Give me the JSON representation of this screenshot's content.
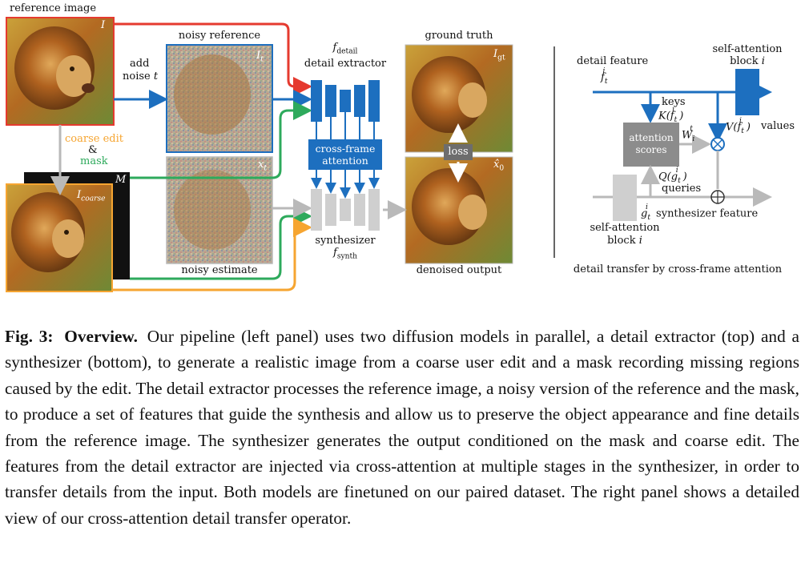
{
  "figure": {
    "left": {
      "reference_image_label": "reference image",
      "reference_symbol": "I",
      "add_noise_label": [
        "add",
        "noise"
      ],
      "add_noise_var": "t",
      "noisy_reference_label": "noisy reference",
      "noisy_reference_symbol": "I",
      "noisy_reference_sub": "t",
      "coarse_edit_label": "coarse edit",
      "amp_label": "&",
      "mask_label": "mask",
      "mask_symbol": "M",
      "coarse_symbol": "I",
      "coarse_sub": "coarse",
      "noisy_estimate_label": "noisy estimate",
      "noisy_estimate_symbol": "x",
      "noisy_estimate_sub": "t",
      "f_detail_symbol": "f",
      "f_detail_sub": "detail",
      "detail_extractor_label": "detail extractor",
      "cross_frame_label": [
        "cross-frame",
        "attention"
      ],
      "synthesizer_label": "synthesizer",
      "f_synth_symbol": "f",
      "f_synth_sub": "synth",
      "ground_truth_label": "ground truth",
      "gt_symbol": "I",
      "gt_sub": "gt",
      "loss_label": "loss",
      "denoised_symbol": "x̂",
      "denoised_sub": "0",
      "denoised_output_label": "denoised output"
    },
    "right": {
      "self_attention_top_label": [
        "self-attention",
        "block"
      ],
      "self_attention_top_var": "i",
      "detail_feature_label": "detail feature",
      "detail_feature_math": "f",
      "keys_label": "keys",
      "keys_math": "K(f",
      "attention_scores_label": [
        "attention",
        "scores"
      ],
      "w_math": "W",
      "values_math": "V(f",
      "values_label": "values",
      "queries_math": "Q(g",
      "queries_label": "queries",
      "synth_feature_math": "g",
      "synth_feature_label": "synthesizer feature",
      "self_attention_bottom_label": [
        "self-attention",
        "block"
      ],
      "self_attention_bottom_var": "i",
      "panel_caption": "detail transfer by cross-frame attention"
    },
    "colors": {
      "blue": "#1d6fbf",
      "red": "#e53a2f",
      "green": "#2eaa5c",
      "orange": "#f6a531",
      "gray": "#b9b9b9"
    }
  },
  "caption": {
    "fig_no": "Fig. 3:",
    "heading": "Overview.",
    "body": "Our pipeline (left panel) uses two diffusion models in parallel, a detail extractor (top) and a synthesizer (bottom), to generate a realistic image from a coarse user edit and a mask recording missing regions caused by the edit. The detail extractor processes the reference image, a noisy version of the reference and the mask, to produce a set of features that guide the synthesis and allow us to preserve the object appearance and fine details from the reference image. The synthesizer generates the output conditioned on the mask and coarse edit. The features from the detail extractor are injected via cross-attention at multiple stages in the synthesizer, in order to transfer details from the input. Both models are finetuned on our paired dataset. The right panel shows a detailed view of our cross-attention detail transfer operator."
  }
}
